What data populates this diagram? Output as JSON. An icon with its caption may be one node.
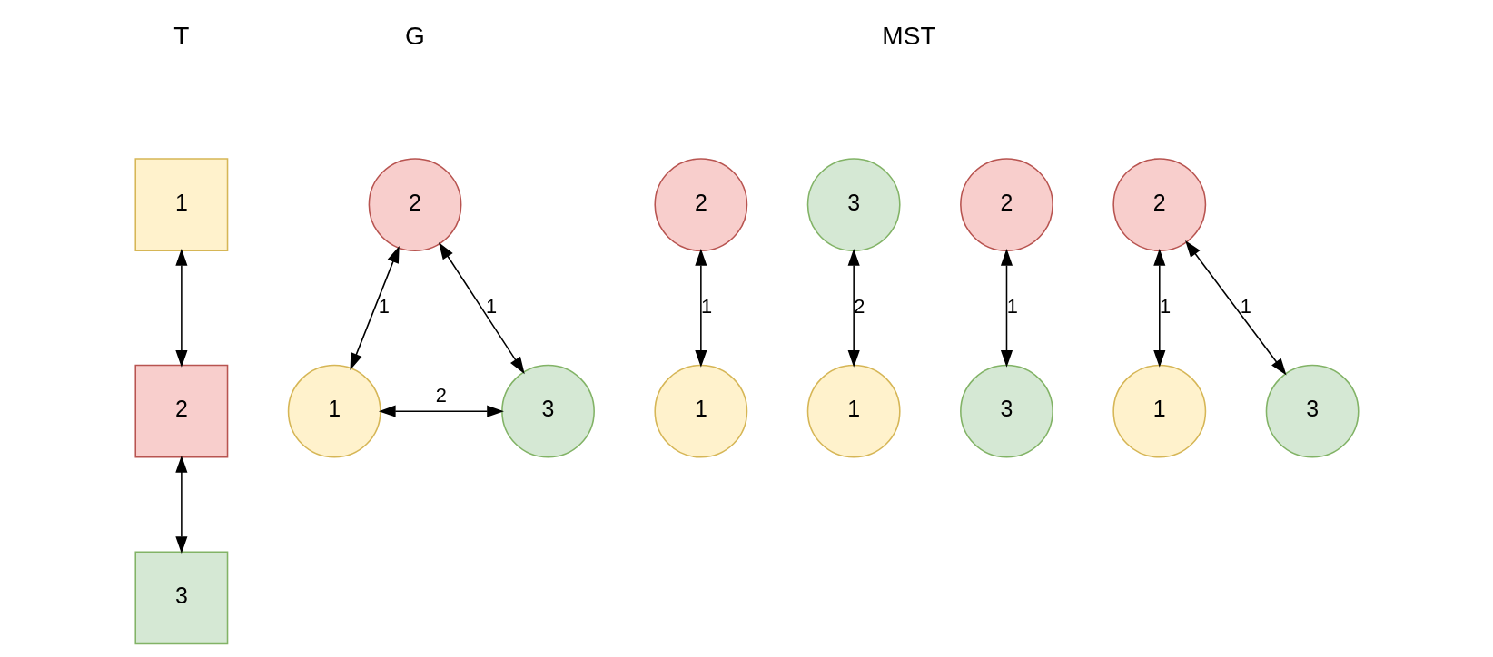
{
  "diagram": {
    "nodes": [
      {
        "text": [
          "1"
        ]
      },
      {
        "text": [
          "2"
        ]
      },
      {
        "text": [
          "3"
        ]
      },
      {
        "text": [
          "2"
        ]
      },
      {
        "text": [
          "1"
        ]
      },
      {
        "text": [
          "3"
        ]
      },
      {
        "text": [
          "2"
        ]
      },
      {
        "text": [
          "1"
        ]
      },
      {
        "text": [
          "3"
        ]
      },
      {
        "text": [
          "1"
        ]
      },
      {
        "text": [
          "2"
        ]
      },
      {
        "text": [
          "3"
        ]
      },
      {
        "text": [
          "2"
        ]
      },
      {
        "text": [
          "1"
        ]
      },
      {
        "text": [
          "3"
        ]
      }
    ],
    "edges": [
      {
        "from": 0,
        "to": 1,
        "arrow": "both"
      },
      {
        "from": 1,
        "to": 2,
        "arrow": "both"
      },
      {
        "from": 3,
        "to": 4,
        "arrow": "both",
        "label": "1"
      },
      {
        "from": 3,
        "to": 5,
        "arrow": "both",
        "label": "1"
      },
      {
        "from": 4,
        "to": 5,
        "arrow": "both",
        "label": "2"
      },
      {
        "from": 6,
        "to": 7,
        "arrow": "both",
        "label": "1"
      },
      {
        "from": 8,
        "to": 9,
        "arrow": "both",
        "label": "2"
      },
      {
        "from": 10,
        "to": 11,
        "arrow": "both",
        "label": "1"
      },
      {
        "from": 12,
        "to": 13,
        "arrow": "both",
        "label": "1"
      },
      {
        "from": 12,
        "to": 14,
        "arrow": "both",
        "label": "1"
      }
    ],
    "labels": [
      "T",
      "G",
      "MST"
    ]
  }
}
